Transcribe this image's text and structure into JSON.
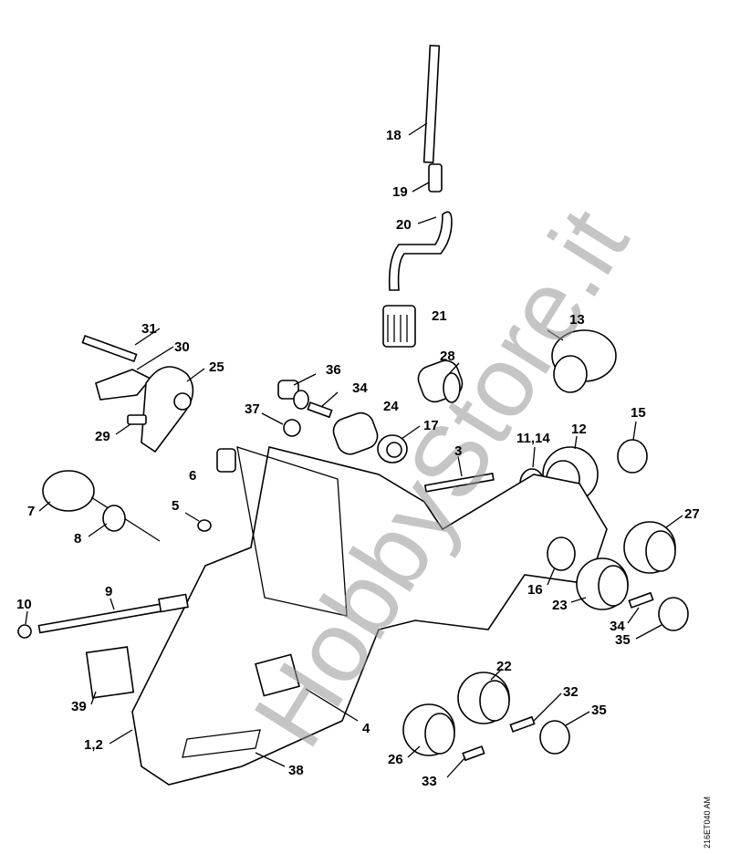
{
  "diagram": {
    "labels": {
      "l18": "18",
      "l19": "19",
      "l20": "20",
      "l21": "21",
      "l13": "13",
      "l28": "28",
      "l31": "31",
      "l30": "30",
      "l25": "25",
      "l36": "36",
      "l34a": "34",
      "l24": "24",
      "l37": "37",
      "l17": "17",
      "l29": "29",
      "l6": "6",
      "l3": "3",
      "l1114": "11,14",
      "l12": "12",
      "l15": "15",
      "l7": "7",
      "l5": "5",
      "l8": "8",
      "l27": "27",
      "l16": "16",
      "l23": "23",
      "l9": "9",
      "l10": "10",
      "l34b": "34",
      "l35a": "35",
      "l39": "39",
      "l22": "22",
      "l4": "4",
      "l32": "32",
      "l35b": "35",
      "l12b": "1,2",
      "l26": "26",
      "l38": "38",
      "l33": "33"
    },
    "drawing_code": "216ET040 AM",
    "watermark": "HobbyStore.it"
  }
}
